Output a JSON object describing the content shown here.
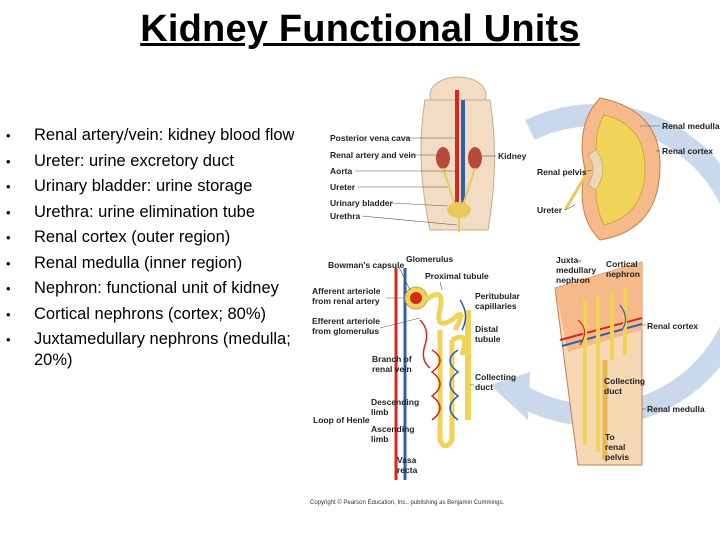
{
  "title": "Kidney Functional Units",
  "bullets": [
    "Renal artery/vein: kidney blood flow",
    "Ureter: urine excretory duct",
    "Urinary bladder: urine storage",
    "Urethra: urine elimination tube",
    "Renal cortex (outer region)",
    "Renal medulla (inner region)",
    "Nephron: functional unit of kidney",
    "Cortical nephrons (cortex; 80%)",
    "Juxtamedullary nephrons (medulla; 20%)"
  ],
  "figure": {
    "body_labels": {
      "posterior_vena_cava": "Posterior vena cava",
      "renal_artery_vein": "Renal artery and vein",
      "aorta": "Aorta",
      "ureter": "Ureter",
      "urinary_bladder": "Urinary bladder",
      "urethra": "Urethra",
      "kidney": "Kidney"
    },
    "kidney_labels": {
      "renal_medulla": "Renal medulla",
      "renal_cortex": "Renal cortex",
      "renal_pelvis": "Renal pelvis",
      "ureter": "Ureter"
    },
    "nephron_labels": {
      "bowmans_capsule": "Bowman's capsule",
      "glomerulus": "Glomerulus",
      "proximal_tubule": "Proximal tubule",
      "afferent_line1": "Afferent arteriole",
      "afferent_line2": "from renal artery",
      "peritubular_line1": "Peritubular",
      "peritubular_line2": "capillaries",
      "efferent_line1": "Efferent arteriole",
      "efferent_line2": "from glomerulus",
      "distal_line1": "Distal",
      "distal_line2": "tubule",
      "branch_line1": "Branch of",
      "branch_line2": "renal vein",
      "collecting_line1": "Collecting",
      "collecting_line2": "duct",
      "descending_line1": "Descending",
      "descending_line2": "limb",
      "loop_of_henle": "Loop of Henle",
      "ascending_line1": "Ascending",
      "ascending_line2": "limb",
      "vasa_line1": "Vasa",
      "vasa_line2": "recta"
    },
    "section_labels": {
      "juxta_line1": "Juxta-",
      "juxta_line2": "medullary",
      "juxta_line3": "nephron",
      "cortical_line1": "Cortical",
      "cortical_line2": "nephron",
      "renal_cortex": "Renal cortex",
      "collecting_line1": "Collecting",
      "collecting_line2": "duct",
      "renal_medulla": "Renal medulla",
      "pelvis_line1": "To",
      "pelvis_line2": "renal",
      "pelvis_line3": "pelvis"
    },
    "copyright": "Copyright © Pearson Education, Inc., publishing as Benjamin Cummings.",
    "colors": {
      "artery": "#d42a1c",
      "vein": "#2f5fb0",
      "tubule": "#f1d35a",
      "cortex": "#f6b98a",
      "arrow": "#c9d8ea"
    }
  }
}
